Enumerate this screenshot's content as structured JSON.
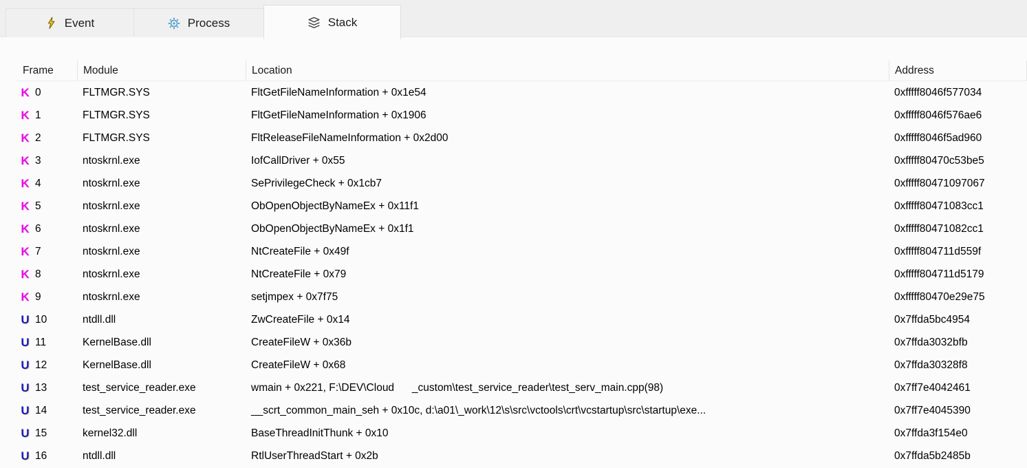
{
  "tabs": [
    {
      "id": "event",
      "label": "Event",
      "icon": "lightning-icon",
      "active": false
    },
    {
      "id": "process",
      "label": "Process",
      "icon": "gear-icon",
      "active": false
    },
    {
      "id": "stack",
      "label": "Stack",
      "icon": "layers-icon",
      "active": true
    }
  ],
  "colors": {
    "kernel_frame": "#e511e5",
    "user_frame": "#1717cf",
    "tabbar_bg": "#efefef",
    "active_tab_bg": "#fbfbfb",
    "event_icon_yellow": "#f6c417",
    "process_icon_blue": "#4f9fd0"
  },
  "table": {
    "columns": [
      "Frame",
      "Module",
      "Location",
      "Address"
    ],
    "rows": [
      {
        "mode": "K",
        "frame": "0",
        "module": "FLTMGR.SYS",
        "location": "FltGetFileNameInformation + 0x1e54",
        "address": "0xfffff8046f577034"
      },
      {
        "mode": "K",
        "frame": "1",
        "module": "FLTMGR.SYS",
        "location": "FltGetFileNameInformation + 0x1906",
        "address": "0xfffff8046f576ae6"
      },
      {
        "mode": "K",
        "frame": "2",
        "module": "FLTMGR.SYS",
        "location": "FltReleaseFileNameInformation + 0x2d00",
        "address": "0xfffff8046f5ad960"
      },
      {
        "mode": "K",
        "frame": "3",
        "module": "ntoskrnl.exe",
        "location": "IofCallDriver + 0x55",
        "address": "0xfffff80470c53be5"
      },
      {
        "mode": "K",
        "frame": "4",
        "module": "ntoskrnl.exe",
        "location": "SePrivilegeCheck + 0x1cb7",
        "address": "0xfffff80471097067"
      },
      {
        "mode": "K",
        "frame": "5",
        "module": "ntoskrnl.exe",
        "location": "ObOpenObjectByNameEx + 0x11f1",
        "address": "0xfffff80471083cc1"
      },
      {
        "mode": "K",
        "frame": "6",
        "module": "ntoskrnl.exe",
        "location": "ObOpenObjectByNameEx + 0x1f1",
        "address": "0xfffff80471082cc1"
      },
      {
        "mode": "K",
        "frame": "7",
        "module": "ntoskrnl.exe",
        "location": "NtCreateFile + 0x49f",
        "address": "0xfffff804711d559f"
      },
      {
        "mode": "K",
        "frame": "8",
        "module": "ntoskrnl.exe",
        "location": "NtCreateFile + 0x79",
        "address": "0xfffff804711d5179"
      },
      {
        "mode": "K",
        "frame": "9",
        "module": "ntoskrnl.exe",
        "location": "setjmpex + 0x7f75",
        "address": "0xfffff80470e29e75"
      },
      {
        "mode": "U",
        "frame": "10",
        "module": "ntdll.dll",
        "location": "ZwCreateFile + 0x14",
        "address": "0x7ffda5bc4954"
      },
      {
        "mode": "U",
        "frame": "11",
        "module": "KernelBase.dll",
        "location": "CreateFileW + 0x36b",
        "address": "0x7ffda3032bfb"
      },
      {
        "mode": "U",
        "frame": "12",
        "module": "KernelBase.dll",
        "location": "CreateFileW + 0x68",
        "address": "0x7ffda30328f8"
      },
      {
        "mode": "U",
        "frame": "13",
        "module": "test_service_reader.exe",
        "location": "wmain + 0x221, F:\\DEV\\Cloud      _custom\\test_service_reader\\test_serv_main.cpp(98)",
        "address": "0x7ff7e4042461"
      },
      {
        "mode": "U",
        "frame": "14",
        "module": "test_service_reader.exe",
        "location": "__scrt_common_main_seh + 0x10c, d:\\a01\\_work\\12\\s\\src\\vctools\\crt\\vcstartup\\src\\startup\\exe...",
        "address": "0x7ff7e4045390"
      },
      {
        "mode": "U",
        "frame": "15",
        "module": "kernel32.dll",
        "location": "BaseThreadInitThunk + 0x10",
        "address": "0x7ffda3f154e0"
      },
      {
        "mode": "U",
        "frame": "16",
        "module": "ntdll.dll",
        "location": "RtlUserThreadStart + 0x2b",
        "address": "0x7ffda5b2485b"
      }
    ]
  }
}
